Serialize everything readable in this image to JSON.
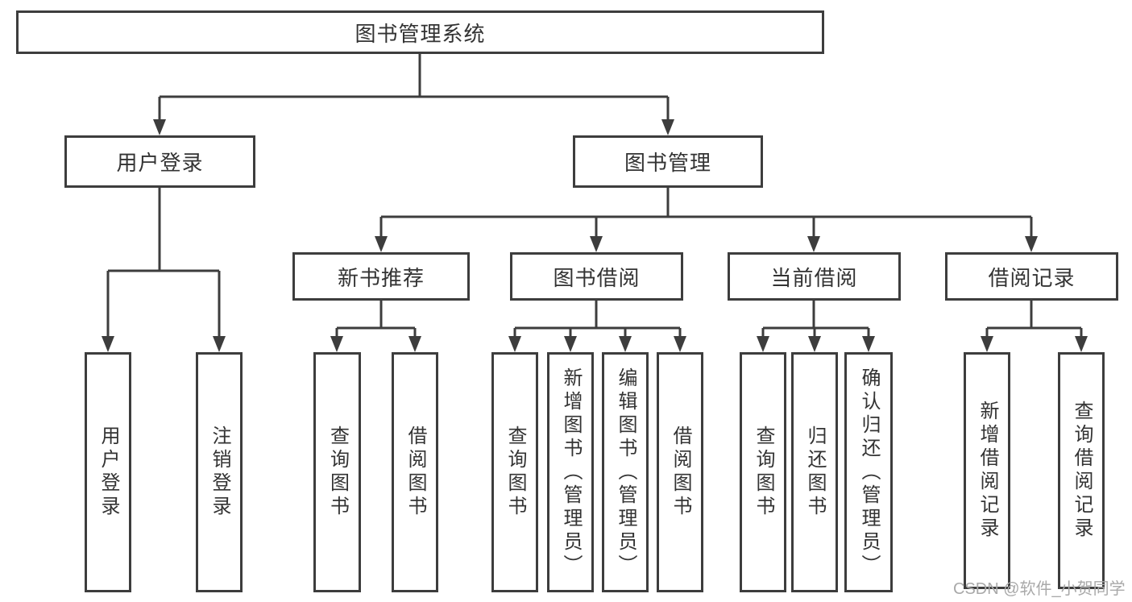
{
  "diagram": {
    "title": "图书管理系统",
    "watermark": "CSDN @软件_小贺同学",
    "colors": {
      "line": "#3d3d3d",
      "text": "#333333",
      "background": "#ffffff",
      "watermark_gray": "#a9a9a9"
    },
    "nodes": {
      "root": "图书管理系统",
      "user_login": "用户登录",
      "book_mgmt": "图书管理",
      "new_book_rec": "新书推荐",
      "book_borrow": "图书借阅",
      "current_borrow": "当前借阅",
      "borrow_record": "借阅记录",
      "leaf_user_login": "用户登录",
      "leaf_logout": "注销登录",
      "leaf_query_book_1": "查询图书",
      "leaf_borrow_book_1": "借阅图书",
      "leaf_query_book_2": "查询图书",
      "leaf_add_book": "新增图书（管理员）",
      "leaf_edit_book": "编辑图书（管理员）",
      "leaf_borrow_book_2": "借阅图书",
      "leaf_query_book_3": "查询图书",
      "leaf_return_book": "归还图书",
      "leaf_confirm_return": "确认归还（管理员）",
      "leaf_add_record": "新增借阅记录",
      "leaf_query_record": "查询借阅记录"
    }
  }
}
